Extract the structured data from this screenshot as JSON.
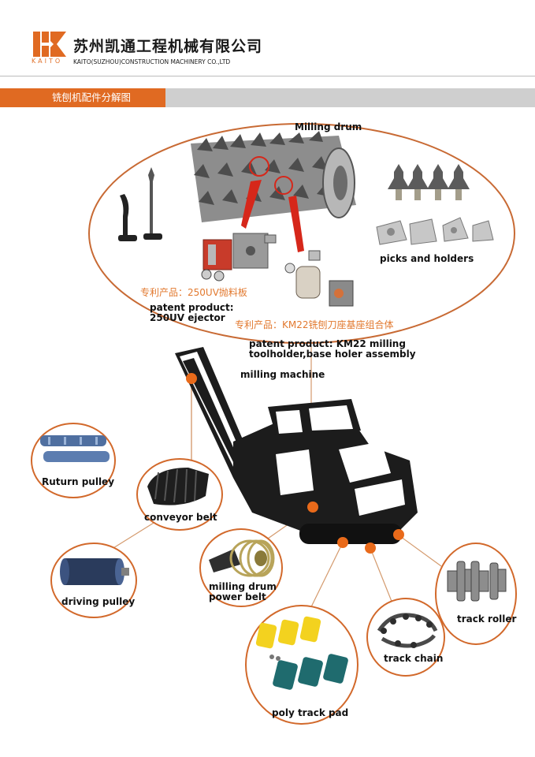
{
  "header": {
    "logo_word": "KAITO",
    "company_cn": "苏州凯通工程机械有限公司",
    "company_en": "KAITO(SUZHOU)CONSTRUCTION MACHINERY CO.,LTD"
  },
  "section": {
    "title": "铣刨机配件分解图"
  },
  "exploded_view": {
    "milling_drum": "Milling drum",
    "picks_and_holders": "picks and holders",
    "ejector_cn": "专利产品：250UV抛料板",
    "ejector_en_line1": "patent product:",
    "ejector_en_line2": "250UV ejector",
    "holder_cn": "专利产品：KM22铣刨刀座基座组合体",
    "holder_en_line1": "patent product: KM22 milling",
    "holder_en_line2": "toolholder,base holer assembly"
  },
  "machine": {
    "label": "milling machine"
  },
  "parts": {
    "return_pulley": "Ruturn pulley",
    "conveyor_belt": "conveyor belt",
    "driving_pulley": "driving pulley",
    "drum_power_belt_line1": "milling drum",
    "drum_power_belt_line2": "power belt",
    "poly_track_pad": "poly track pad",
    "track_chain": "track chain",
    "track_roller": "track roller"
  },
  "colors": {
    "accent": "#e06a22",
    "circle_border": "#d2692b",
    "connector_dot": "#e96a1a",
    "patent_text": "#e2792f",
    "section_gray": "#cfcfcf"
  },
  "icons": {
    "logo": "kaito-logo-icon",
    "drum": "milling-drum-icon",
    "machine": "milling-machine-icon"
  }
}
